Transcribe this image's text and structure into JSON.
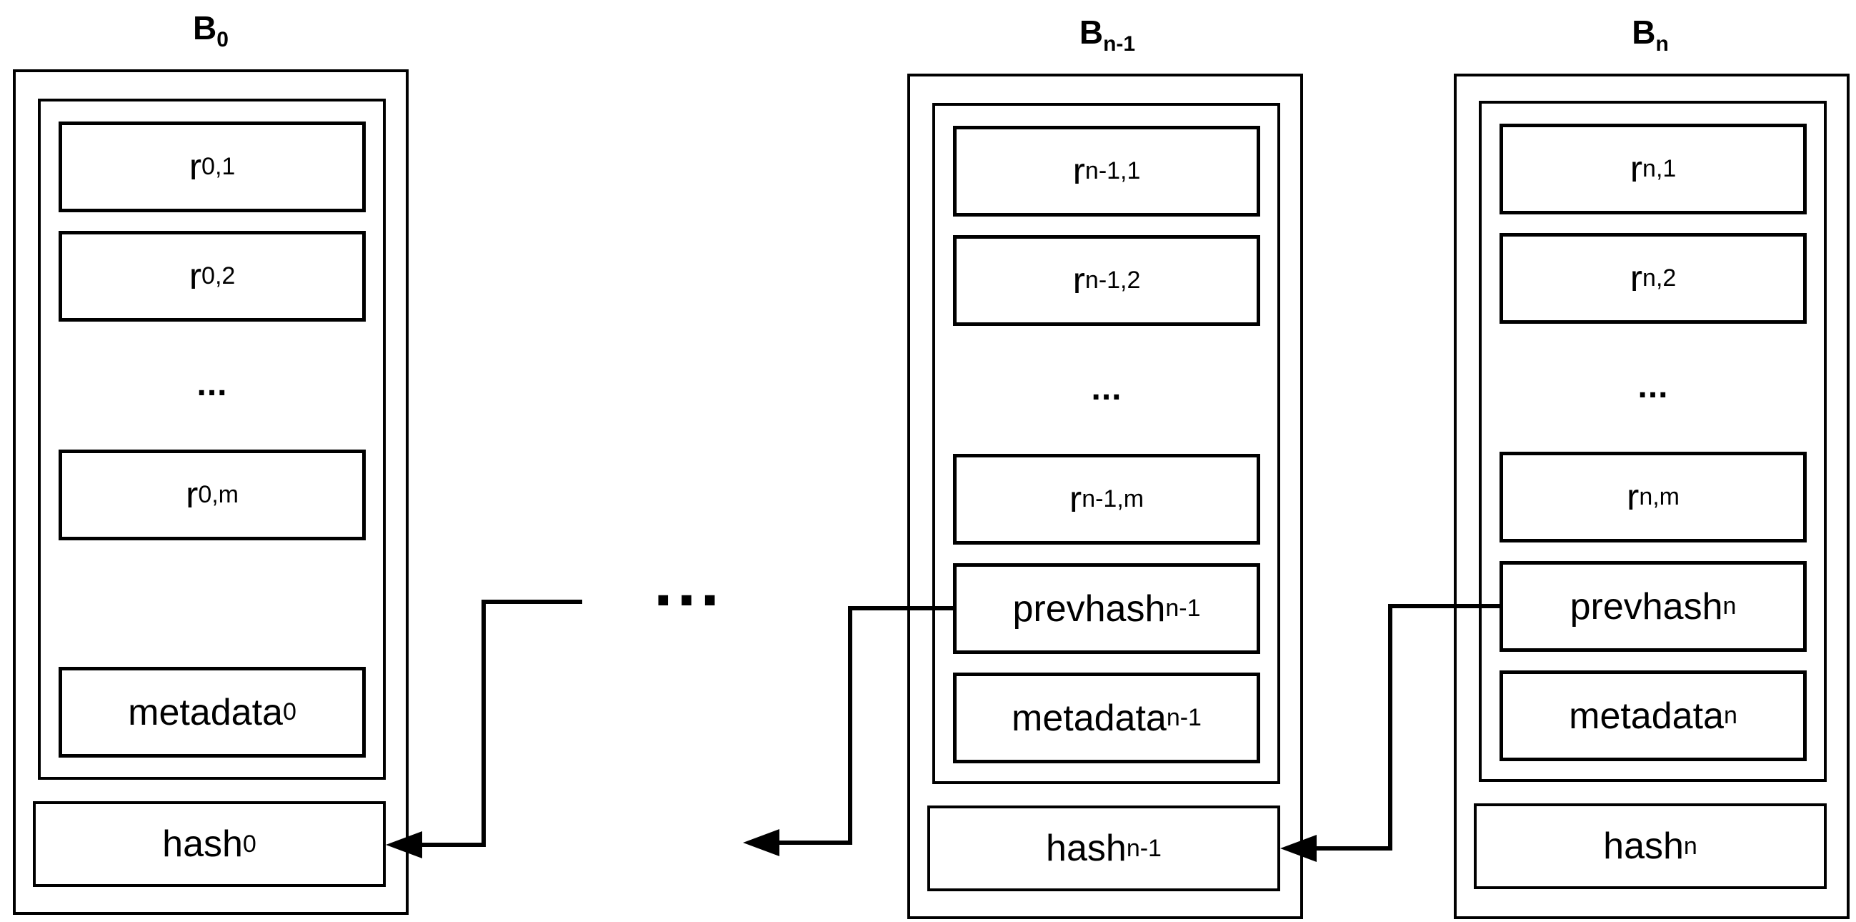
{
  "blocks": [
    {
      "title": "B",
      "title_sub": "0",
      "records": [
        {
          "base": "r",
          "sub": "0,1"
        },
        {
          "base": "r",
          "sub": "0,2"
        },
        {
          "base": "r",
          "sub": "0,m"
        }
      ],
      "ellipsis": "...",
      "prevhash": null,
      "metadata": {
        "base": "metadata",
        "sub": "0"
      },
      "hash": {
        "base": "hash",
        "sub": "0"
      }
    },
    {
      "title": "B",
      "title_sub": "n-1",
      "records": [
        {
          "base": "r",
          "sub": "n-1,1"
        },
        {
          "base": "r",
          "sub": "n-1,2"
        },
        {
          "base": "r",
          "sub": "n-1,m"
        }
      ],
      "ellipsis": "...",
      "prevhash": {
        "base": "prevhash",
        "sub": "n-1"
      },
      "metadata": {
        "base": "metadata",
        "sub": "n-1"
      },
      "hash": {
        "base": "hash",
        "sub": "n-1"
      }
    },
    {
      "title": "B",
      "title_sub": "n",
      "records": [
        {
          "base": "r",
          "sub": "n,1"
        },
        {
          "base": "r",
          "sub": "n,2"
        },
        {
          "base": "r",
          "sub": "n,m"
        }
      ],
      "ellipsis": "...",
      "prevhash": {
        "base": "prevhash",
        "sub": "n"
      },
      "metadata": {
        "base": "metadata",
        "sub": "n"
      },
      "hash": {
        "base": "hash",
        "sub": "n"
      }
    }
  ],
  "chain_ellipsis": "..."
}
